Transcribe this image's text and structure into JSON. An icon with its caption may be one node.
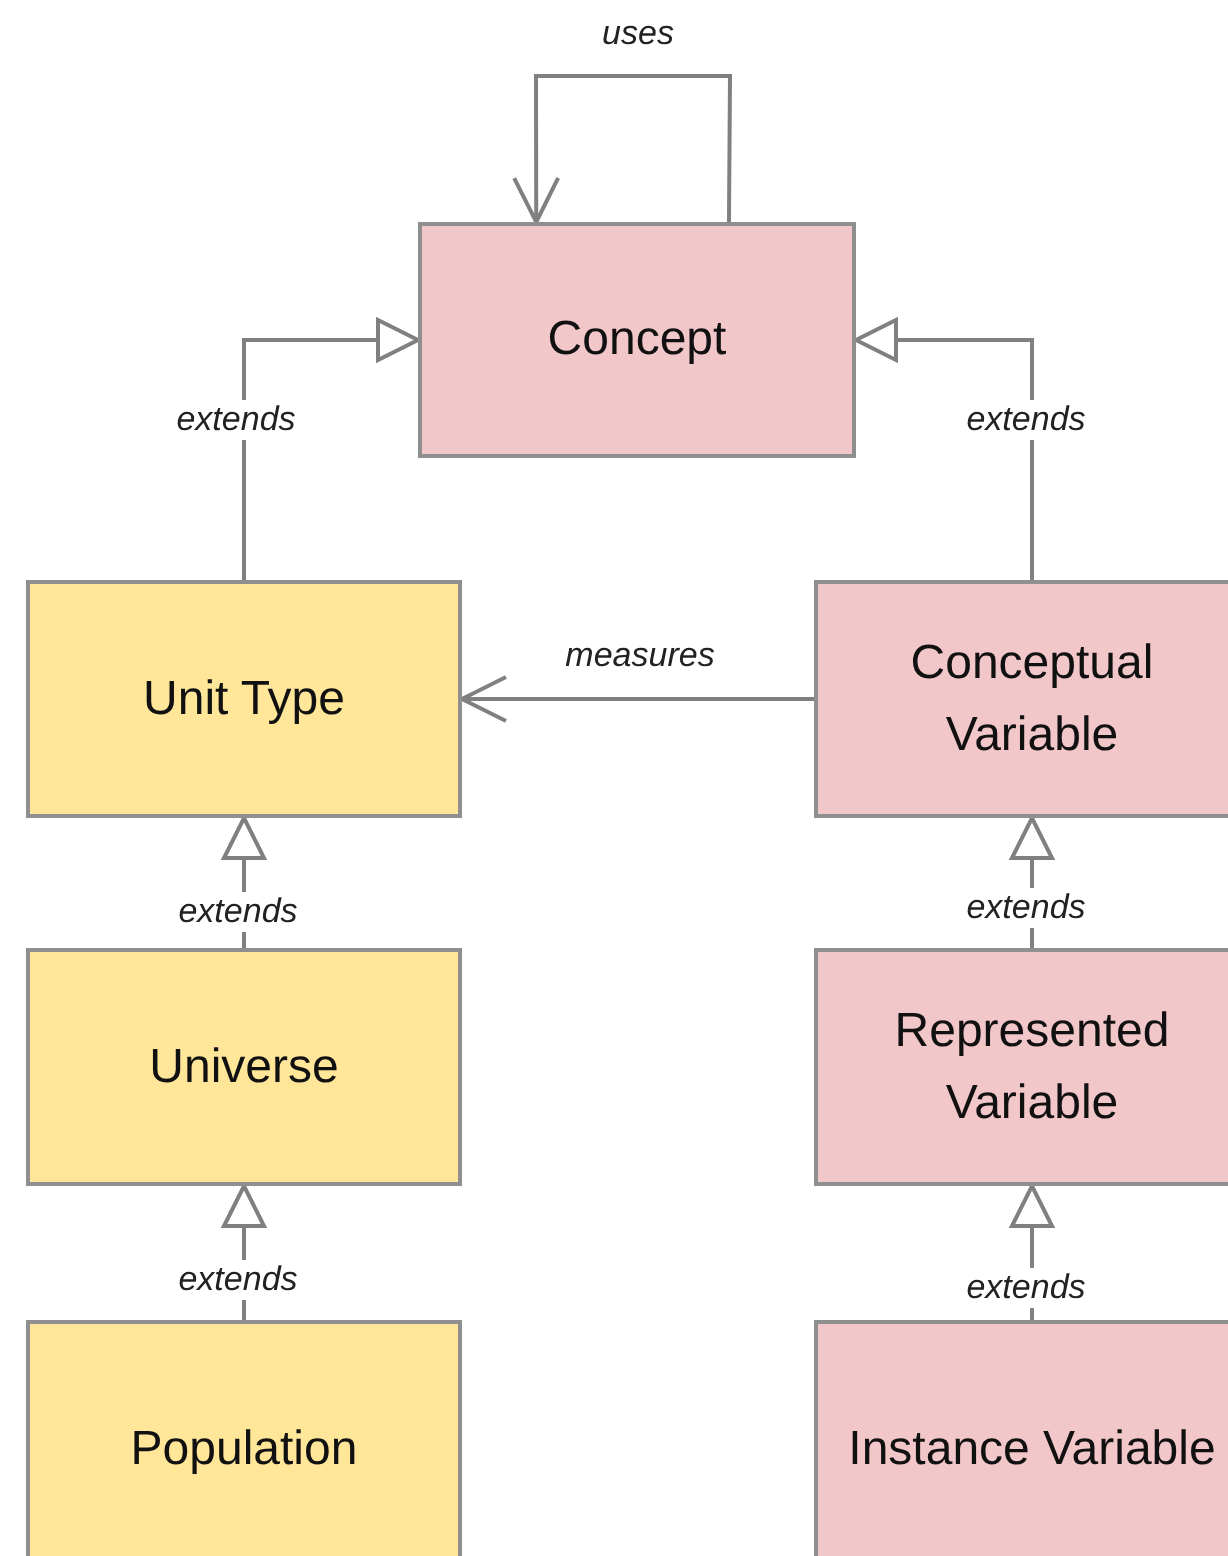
{
  "diagram": {
    "nodes": [
      {
        "text": [
          "Concept"
        ]
      },
      {
        "text": [
          "Unit Type"
        ]
      },
      {
        "text": [
          "Conceptual Variable"
        ]
      },
      {
        "text": [
          "Universe"
        ]
      },
      {
        "text": [
          "Represented Variable"
        ]
      },
      {
        "text": [
          "Population"
        ]
      },
      {
        "text": [
          "Instance Variable"
        ]
      }
    ],
    "edges": [
      {
        "from": 0,
        "to": 0,
        "arrow": "to",
        "label": "uses"
      },
      {
        "from": 1,
        "to": 0,
        "arrow": "to",
        "label": "extends"
      },
      {
        "from": 2,
        "to": 0,
        "arrow": "to",
        "label": "extends"
      },
      {
        "from": 2,
        "to": 1,
        "arrow": "to",
        "label": "measures"
      },
      {
        "from": 3,
        "to": 1,
        "arrow": "to",
        "label": "extends"
      },
      {
        "from": 4,
        "to": 2,
        "arrow": "to",
        "label": "extends"
      },
      {
        "from": 5,
        "to": 3,
        "arrow": "to",
        "label": "extends"
      },
      {
        "from": 6,
        "to": 4,
        "arrow": "to",
        "label": "extends"
      }
    ]
  }
}
